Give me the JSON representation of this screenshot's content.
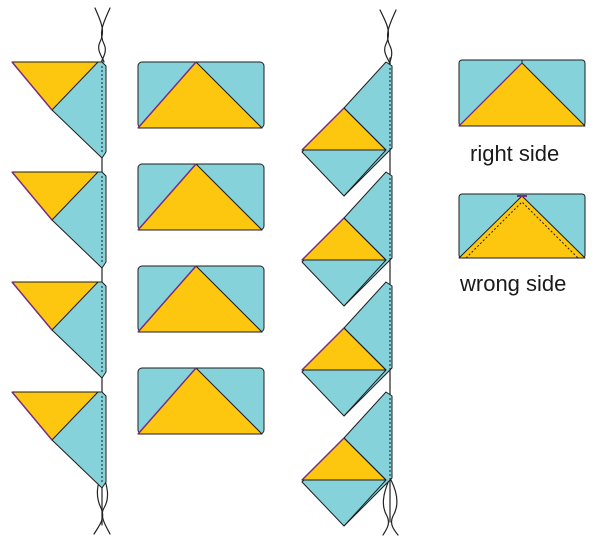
{
  "colors": {
    "gold": "#FDC60F",
    "teal": "#86D2DA",
    "outline": "#1e1e1e",
    "trim": "#7b2a86",
    "thread": "#222222"
  },
  "labels": {
    "right_side": "right side",
    "wrong_side": "wrong side"
  },
  "groups": {
    "chain_left_count": 4,
    "pressed_units_count": 4,
    "chain_right_count": 4
  }
}
